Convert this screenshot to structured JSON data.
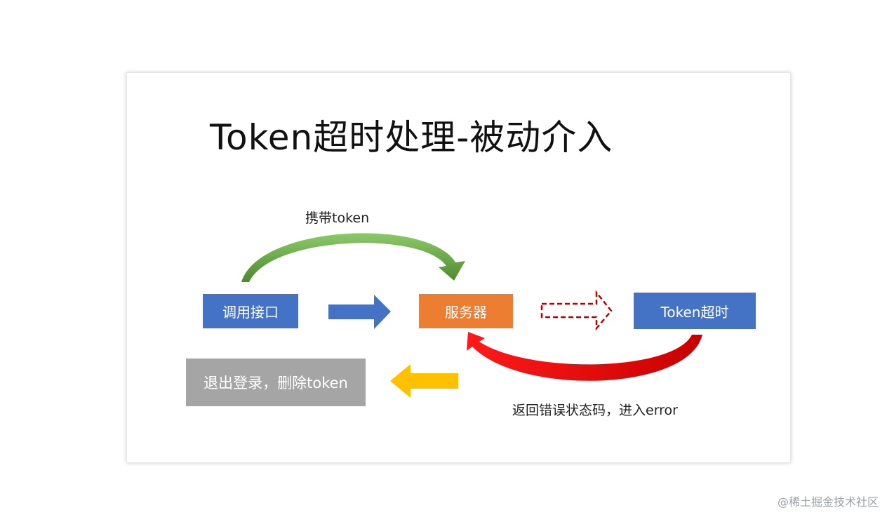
{
  "title": "Token超时处理-被动介入",
  "nodes": {
    "call_api": "调用接口",
    "server": "服务器",
    "token_timeout": "Token超时",
    "logout": "退出登录，删除token"
  },
  "labels": {
    "carry_token": "携带token",
    "return_error": "返回错误状态码，进入error"
  },
  "colors": {
    "blue": "#4472c4",
    "orange": "#ed7d31",
    "gray": "#a5a5a5",
    "green": "#70ad47",
    "red": "#ff0000",
    "dark_red": "#c00000",
    "yellow": "#ffc000"
  },
  "watermark": "@稀土掘金技术社区"
}
